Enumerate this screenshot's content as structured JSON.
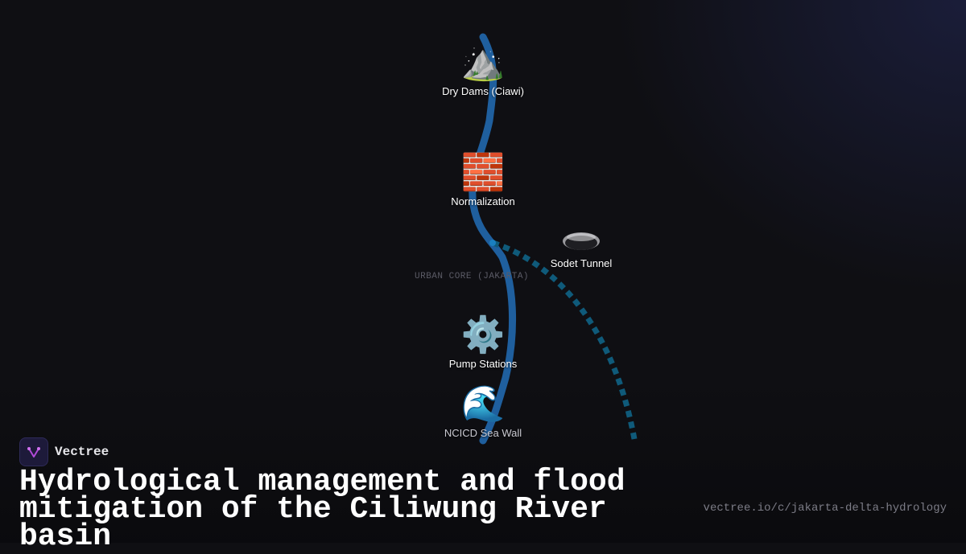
{
  "diagram": {
    "nodes": [
      {
        "id": "dry-dams",
        "label": "Dry Dams (Ciawi)",
        "icon": "mountain-icon"
      },
      {
        "id": "normalization",
        "label": "Normalization",
        "icon": "brick-wall-icon"
      },
      {
        "id": "sodet-tunnel",
        "label": "Sodet Tunnel",
        "icon": "tunnel-hole-icon"
      },
      {
        "id": "pump-stations",
        "label": "Pump Stations",
        "icon": "gear-icon"
      },
      {
        "id": "ncicd-sea-wall",
        "label": "NCICD Sea Wall",
        "icon": "wave-icon"
      }
    ],
    "zone_label": "URBAN CORE (JAKARTA)",
    "colors": {
      "river": "#1f5f9e",
      "tunnel_path": "#0f5a7a",
      "background": "#0f0f13"
    }
  },
  "brand": {
    "name": "Vectree",
    "icon": "vectree-logo-icon"
  },
  "title": "Hydrological management and flood mitigation of the Ciliwung River basin",
  "url": "vectree.io/c/jakarta-delta-hydrology"
}
